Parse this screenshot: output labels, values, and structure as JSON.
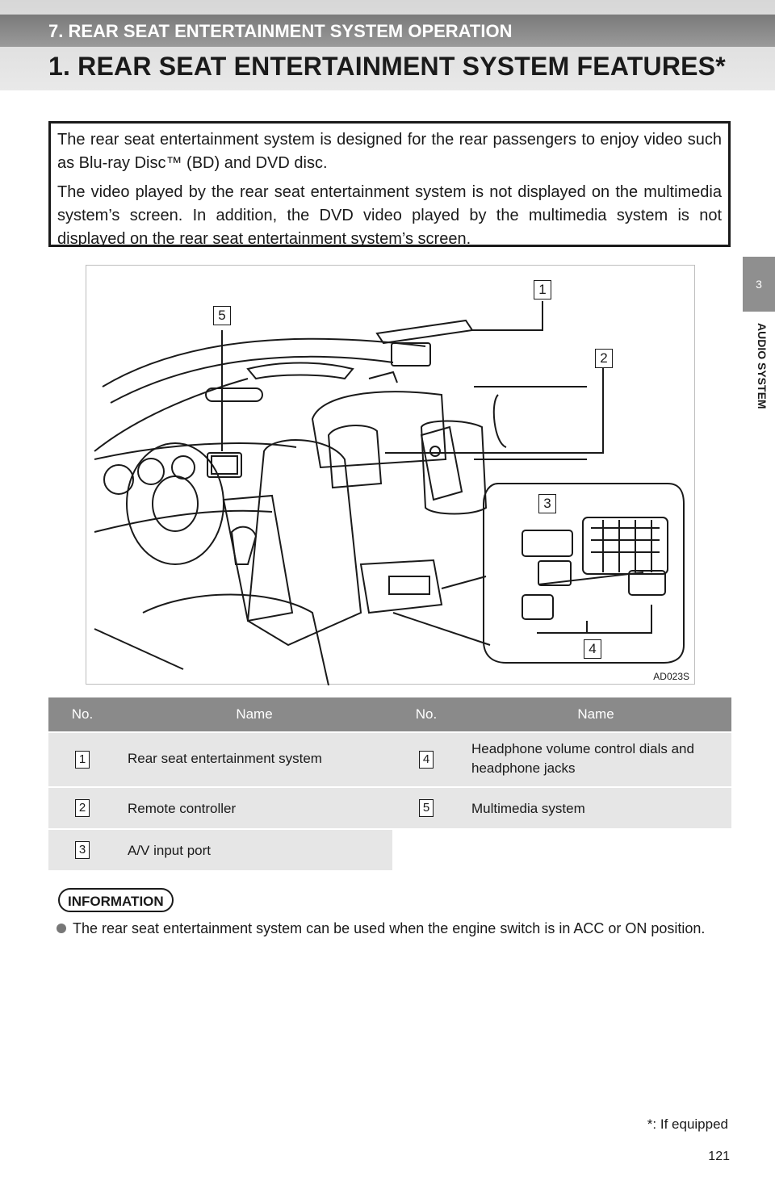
{
  "header": {
    "section_title": "7. REAR SEAT ENTERTAINMENT SYSTEM OPERATION",
    "page_heading": "1. REAR SEAT ENTERTAINMENT SYSTEM FEATURES*"
  },
  "chapter_tab": {
    "number": "3",
    "label": "AUDIO SYSTEM"
  },
  "intro": {
    "paragraphs": [
      "The rear seat entertainment system is designed for the rear passengers to enjoy video such as Blu-ray Disc™ (BD) and DVD disc.",
      "The video played by the rear seat entertainment system is not displayed on the multimedia system’s screen. In addition, the DVD video played by the multimedia system is not displayed on the rear seat entertainment system’s screen."
    ]
  },
  "figure": {
    "callouts": [
      "1",
      "2",
      "3",
      "4",
      "5"
    ],
    "code": "AD023S"
  },
  "parts_table": {
    "headers": [
      "No.",
      "Name",
      "No.",
      "Name"
    ],
    "rows": [
      {
        "no_a": "1",
        "name_a": "Rear seat entertainment system",
        "no_b": "4",
        "name_b": "Headphone volume control dials and headphone jacks"
      },
      {
        "no_a": "2",
        "name_a": "Remote controller",
        "no_b": "5",
        "name_b": "Multimedia system"
      },
      {
        "no_a": "3",
        "name_a": "A/V input port",
        "no_b": "",
        "name_b": ""
      }
    ]
  },
  "information": {
    "label": "INFORMATION",
    "items": [
      "The rear seat entertainment system can be used when the engine switch is in ACC or ON position."
    ]
  },
  "footnote": "*: If equipped",
  "page_number": "121"
}
